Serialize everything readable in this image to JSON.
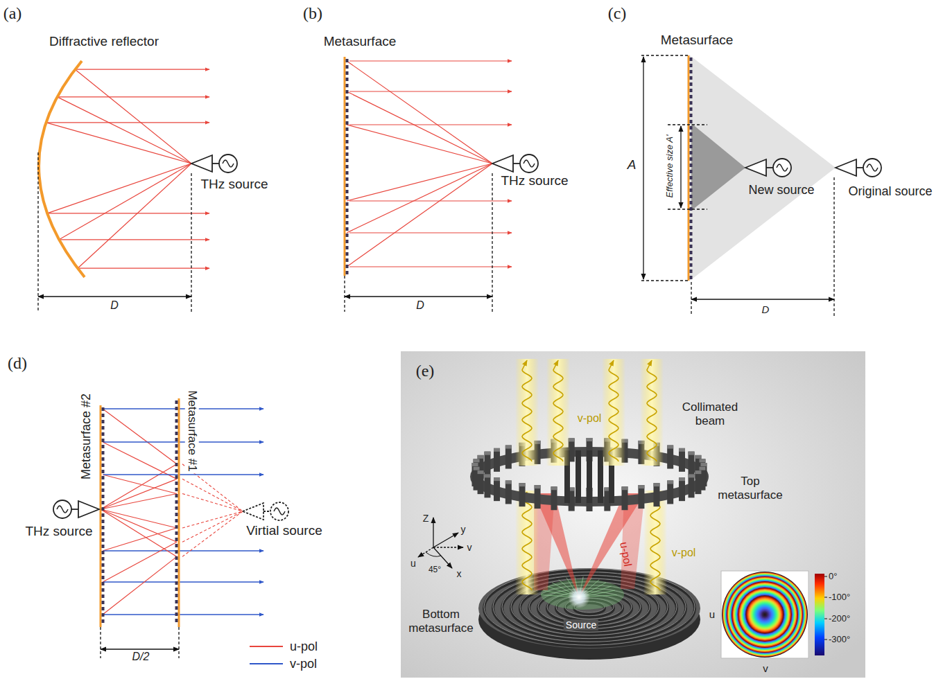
{
  "diagram": {
    "labels": [
      "(a)",
      "Diffractive reflector",
      "THz source",
      "D",
      "(b)",
      "Metasurface",
      "THz source",
      "D",
      "(c)",
      "Metasurface",
      "A",
      "Effective size A'",
      "New source",
      "Original source",
      "D",
      "(d)",
      "Metasurface #2",
      "Metasurface #1",
      "THz source",
      "Virtial source",
      "D/2",
      "(e)",
      "Collimated beam",
      "v-pol",
      "Top metasurface",
      "Z",
      "y",
      "v",
      "u",
      "45°",
      "x",
      "u-pol",
      "v-pol",
      "Bottom metasurface",
      "Source",
      "0°",
      "-100°",
      "-200°",
      "-300°",
      "u",
      "v"
    ],
    "legend": [
      {
        "text": "u-pol"
      },
      {
        "text": "v-pol"
      }
    ]
  }
}
